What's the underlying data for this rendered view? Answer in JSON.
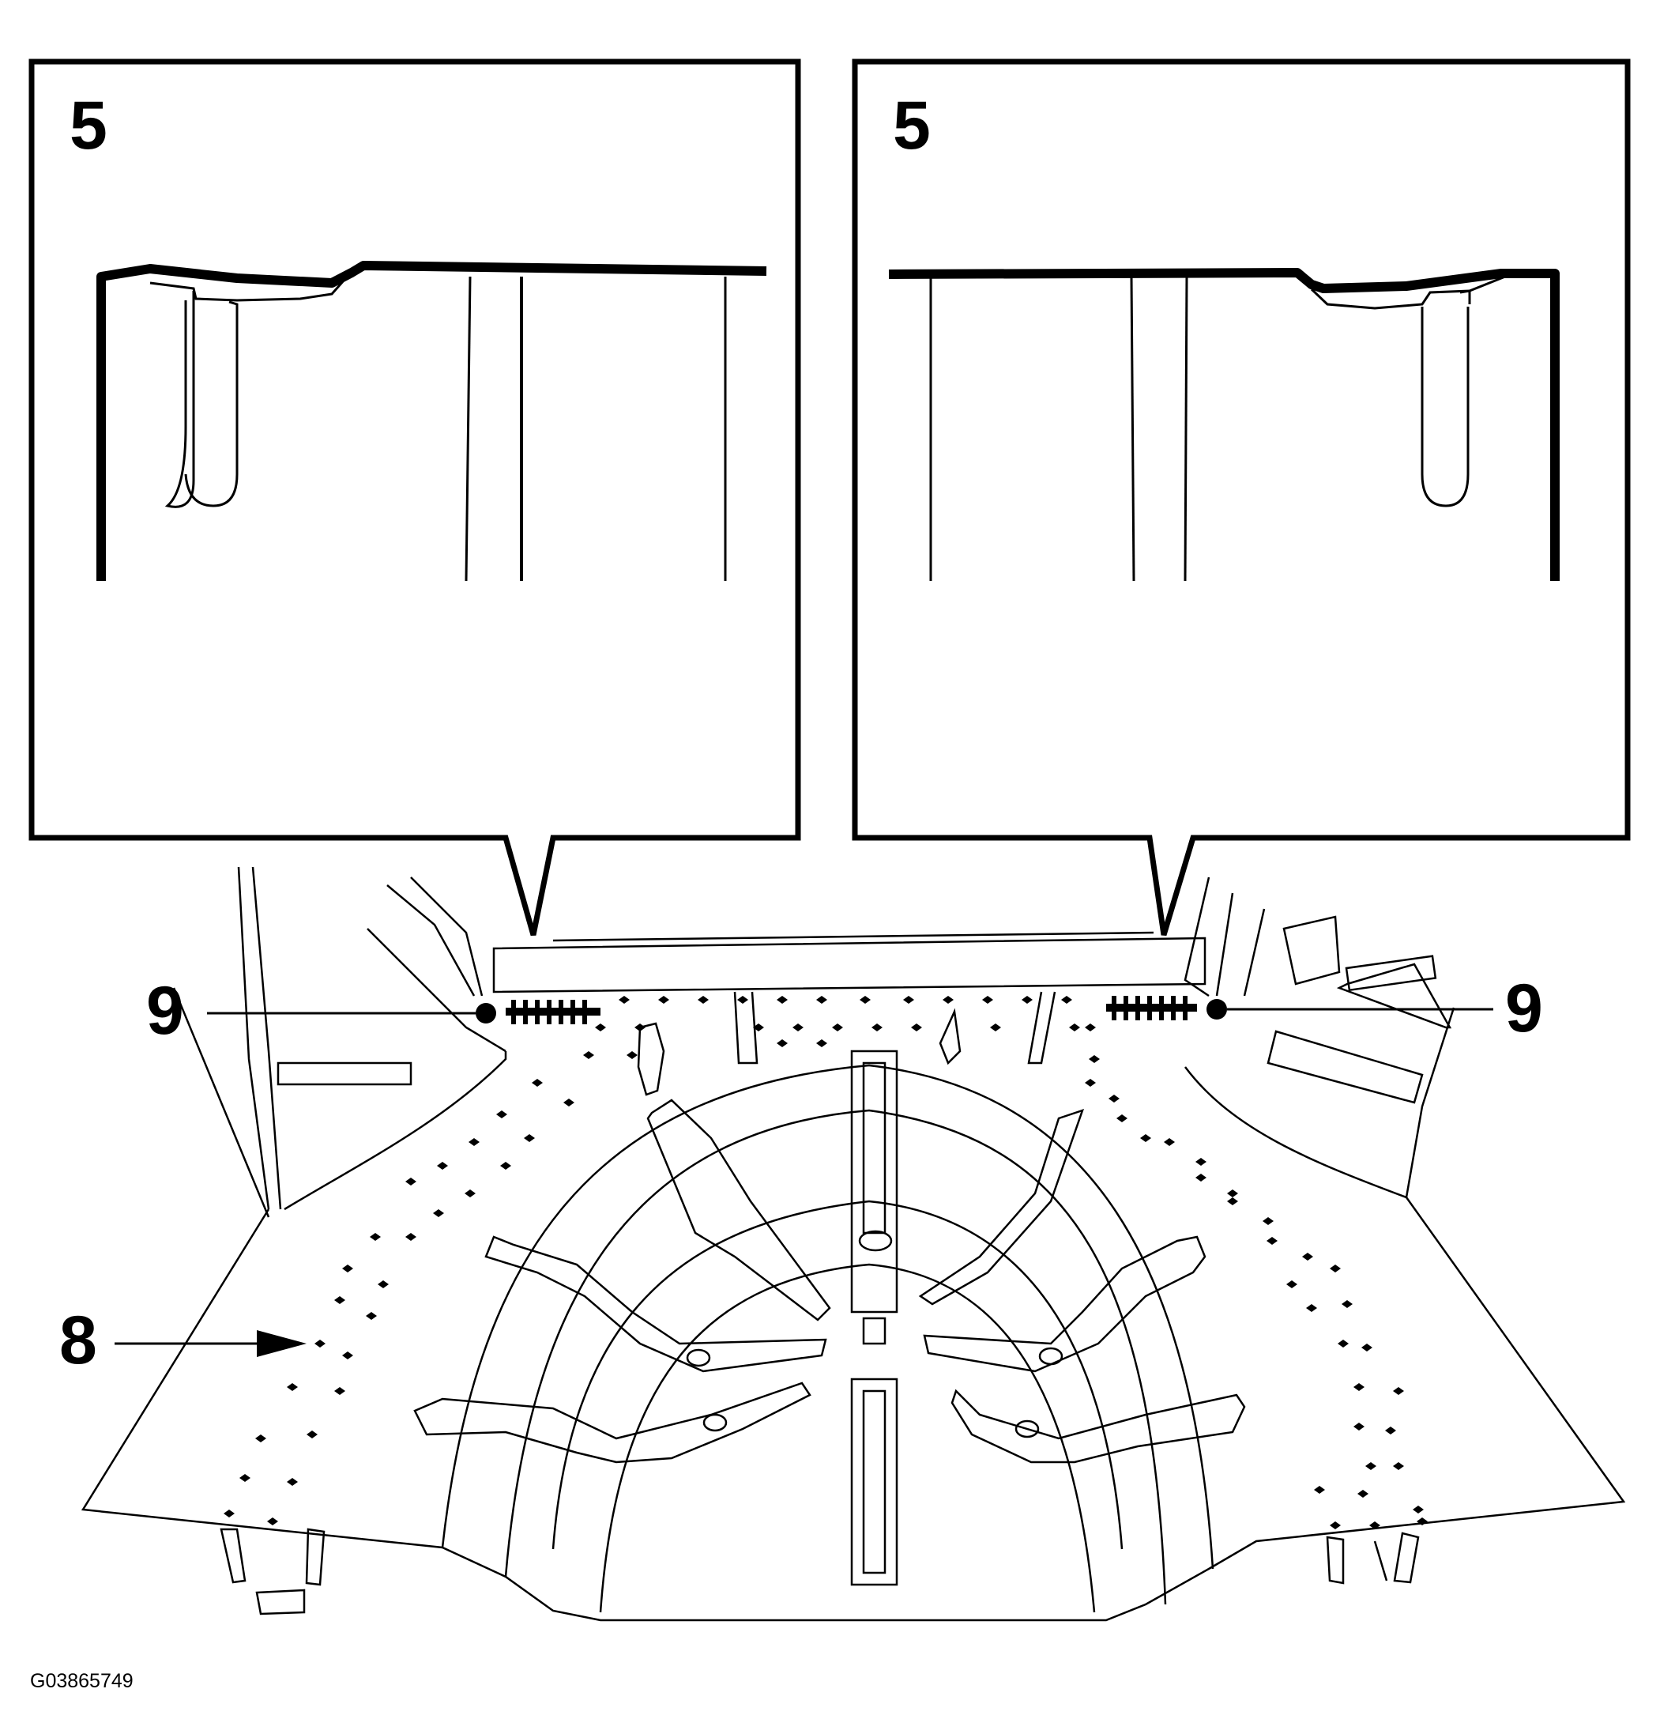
{
  "callouts": {
    "left_inset_label": "5",
    "right_inset_label": "5",
    "left_weld_label": "9",
    "right_weld_label": "9",
    "floor_label": "8"
  },
  "figure_code": "G03865749"
}
